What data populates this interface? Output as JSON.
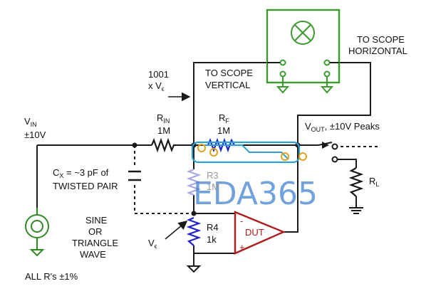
{
  "colors": {
    "wire": "#1a1a1a",
    "scope": "#3a9a2c",
    "component": "#1f25c8",
    "dut": "#b01a1a",
    "ground": "#2f8a22",
    "watermark": "#3b7fd0",
    "watermark_trace": "#2e9fd3",
    "node_ring": "#e0a21a"
  },
  "labels": {
    "vin_main": "V",
    "vin_sub": "IN",
    "vin_range": "±10V",
    "cx_line1": "C",
    "cx_sub": "X",
    "cx_line1_rest": " = ~3 pF of",
    "cx_line2": "TWISTED PAIR",
    "sine_line1": "SINE",
    "sine_line2": "OR",
    "sine_line3": "TRIANGLE",
    "sine_line4": "WAVE",
    "all_r": "ALL R's ±1%",
    "rin_main": "R",
    "rin_sub": "IN",
    "rin_value": "1M",
    "rf_main": "R",
    "rf_sub": "F",
    "rf_value": "1M",
    "r3_name": "R3",
    "r3_value": "1M",
    "r4_name": "R4",
    "r4_value": "1k",
    "ve_main": "V",
    "ve_sub": "ϵ",
    "gain_line1": "1001",
    "gain_line2": "x V",
    "gain_sub": "ϵ",
    "scope_vertical_line1": "TO SCOPE",
    "scope_vertical_line2": "VERTICAL",
    "scope_horizontal_line1": "TO SCOPE",
    "scope_horizontal_line2": "HORIZONTAL",
    "vout_main": "V",
    "vout_sub": "OUT",
    "vout_rest": ", ±10V Peaks",
    "rl_main": "R",
    "rl_sub": "L",
    "dut": "DUT",
    "minus": "-",
    "plus": "+",
    "watermark": "EDA365"
  }
}
